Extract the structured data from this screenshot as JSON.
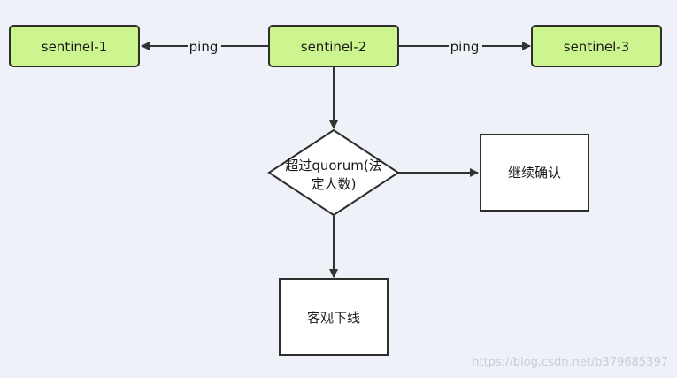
{
  "nodes": {
    "sentinel1": "sentinel-1",
    "sentinel2": "sentinel-2",
    "sentinel3": "sentinel-3",
    "decision_line1": "超过quorum(法",
    "decision_line2": "定人数)",
    "continue_confirm": "继续确认",
    "objective_down": "客观下线"
  },
  "edges": {
    "ping_left": "ping",
    "ping_right": "ping"
  },
  "watermark": "https://blog.csdn.net/b379685397",
  "colors": {
    "background": "#eef2f8",
    "sentinel_fill": "#ccf590",
    "sentinel_stroke": "#2e2e2e",
    "box_fill": "#ffffff",
    "edge": "#333333"
  }
}
